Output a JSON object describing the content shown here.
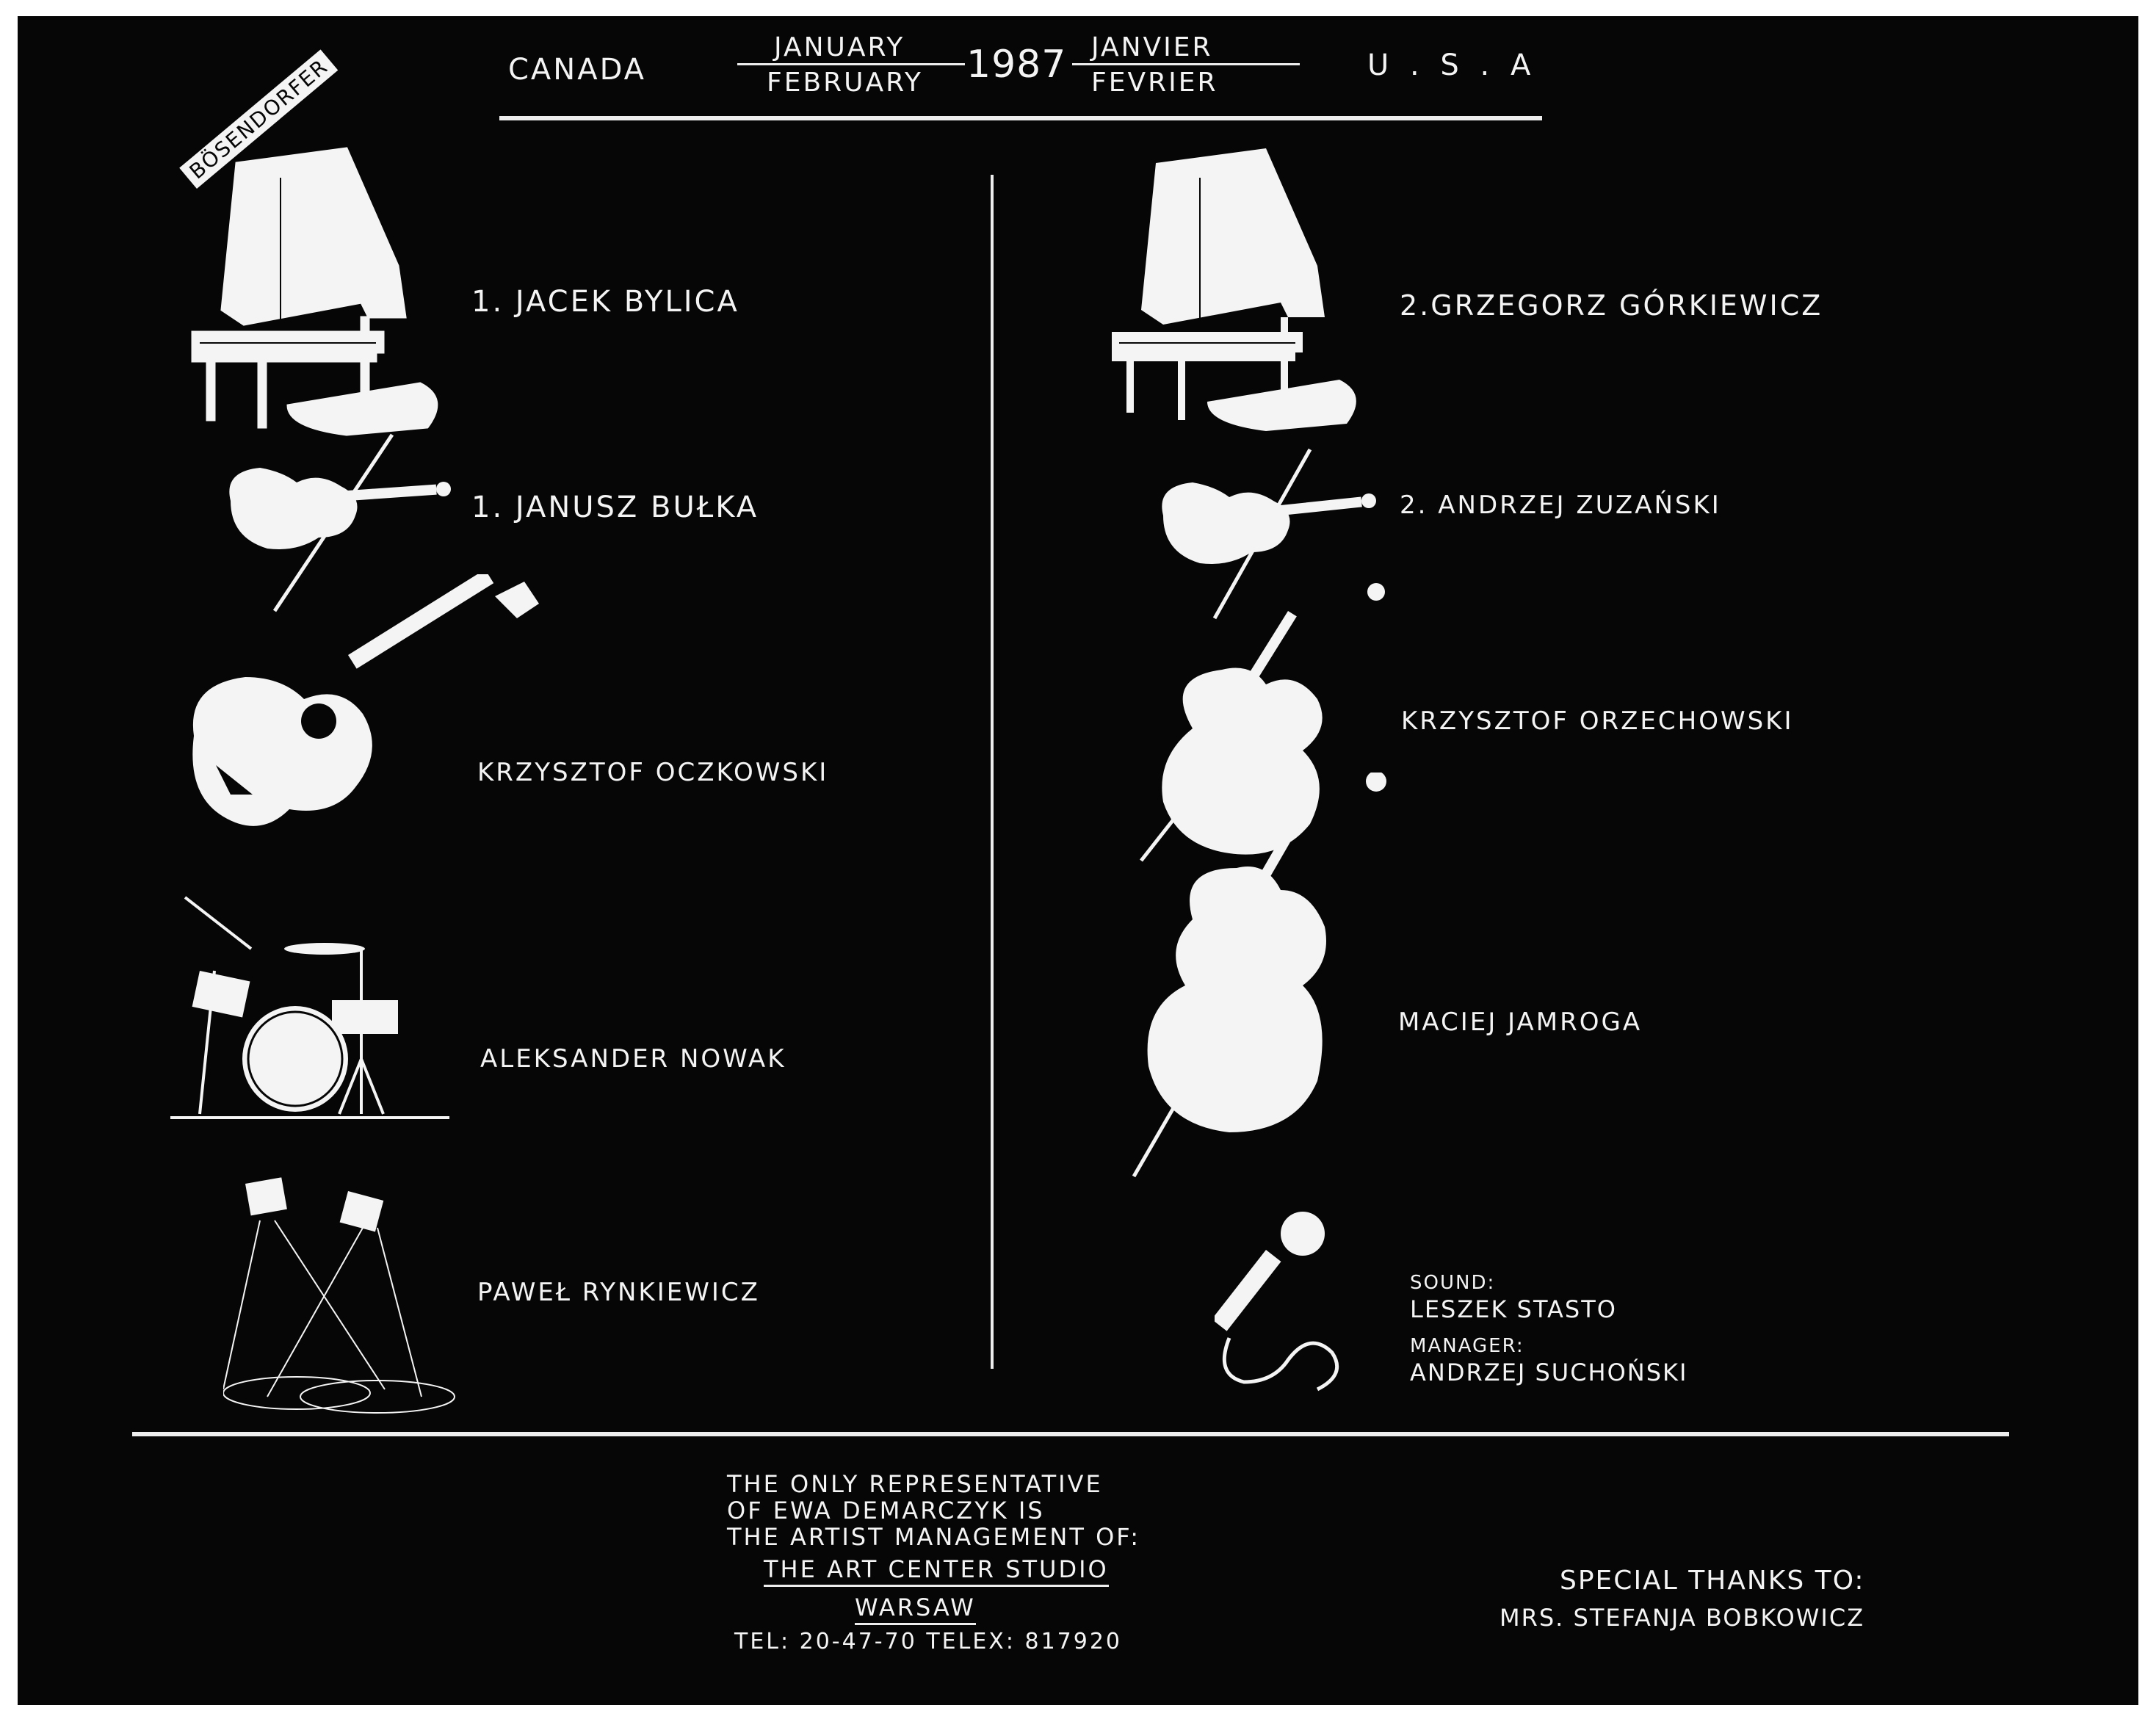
{
  "header": {
    "left": "CANADA",
    "month_en_top": "JANUARY",
    "month_en_bottom": "FEBRUARY",
    "year": "1987",
    "month_fr_top": "JANVIER",
    "month_fr_bottom": "FEVRIER",
    "right": "U . S . A"
  },
  "piano_brand": "BÖSENDORFER",
  "left_column": [
    {
      "icon": "grand-piano-icon",
      "name": "1. JACEK BYLICA"
    },
    {
      "icon": "violin-icon",
      "name": "1. JANUSZ BUŁKA"
    },
    {
      "icon": "guitar-icon",
      "name": "KRZYSZTOF OCZKOWSKI"
    },
    {
      "icon": "drum-kit-icon",
      "name": "ALEKSANDER NOWAK"
    },
    {
      "icon": "spotlights-icon",
      "name": "PAWEŁ RYNKIEWICZ"
    }
  ],
  "right_column": [
    {
      "icon": "grand-piano-icon",
      "name": "2.GRZEGORZ GÓRKIEWICZ"
    },
    {
      "icon": "violin-icon",
      "name": "2. ANDRZEJ ZUZAŃSKI"
    },
    {
      "icon": "cello-icon",
      "name": "KRZYSZTOF ORZECHOWSKI"
    },
    {
      "icon": "double-bass-icon",
      "name": "MACIEJ JAMROGA"
    }
  ],
  "crew": {
    "icon": "microphone-icon",
    "sound_label": "SOUND:",
    "sound_name": "LESZEK STASTO",
    "manager_label": "MANAGER:",
    "manager_name": "ANDRZEJ SUCHOŃSKI"
  },
  "footer": {
    "line1": "THE ONLY REPRESENTATIVE",
    "line2": "OF EWA DEMARCZYK IS",
    "line3": "THE ARTIST MANAGEMENT OF:",
    "studio": "THE ART CENTER STUDIO",
    "city": "WARSAW",
    "contact": "TEL: 20-47-70 TELEX: 817920",
    "thanks_label": "SPECIAL THANKS TO:",
    "thanks_name": "MRS. STEFANJA BOBKOWICZ"
  },
  "colors": {
    "background": "#060606",
    "ink": "#f4f4f4",
    "frame": "#ffffff"
  }
}
